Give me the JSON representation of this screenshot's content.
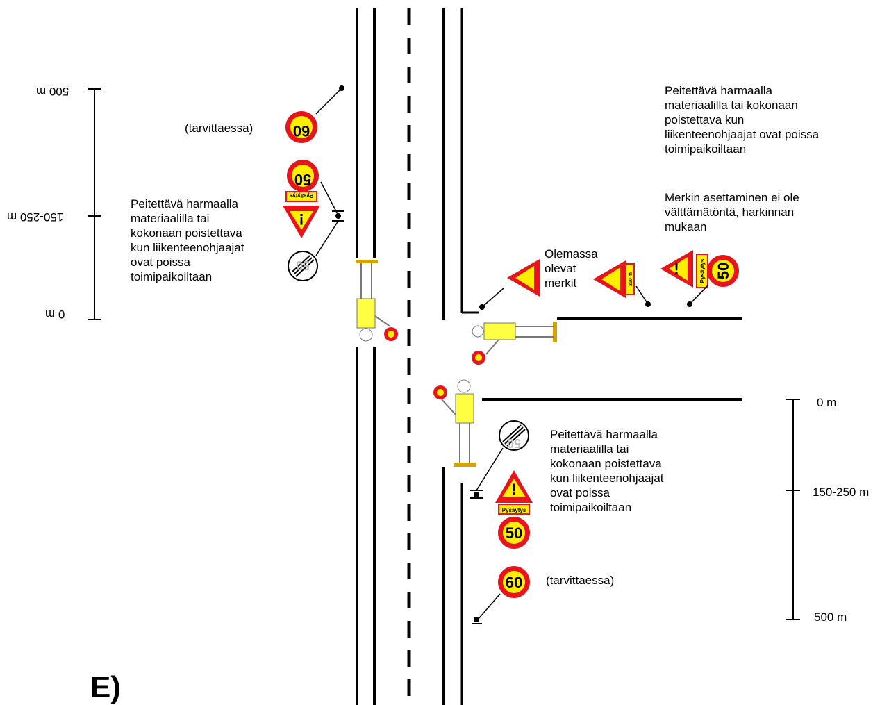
{
  "diagram_label": "E)",
  "scale_left": {
    "top": "500 m",
    "mid": "150-250 m",
    "bottom": "0 m"
  },
  "scale_right": {
    "top": "0 m",
    "mid": "150-250 m",
    "bottom": "500 m"
  },
  "notes": {
    "left_optional": "(tarvittaessa)",
    "left_cover": "Peitettävä harmaalla\nmateriaalilla tai\nkokonaan poistettava\nkun liikenteenohjaajat\novat poissa\ntoimipaikoiltaan",
    "right_cover": "Peitettävä harmaalla\nmateriaalilla tai kokonaan\npoistettava kun\nliikenteenohjaajat ovat poissa\ntoimipaikoiltaan",
    "right_optional_sign": "Merkin asettaminen ei ole\nvälttämätöntä, harkinnan\nmukaan",
    "existing_signs": "Olemassa\nolevat\nmerkit",
    "bottom_cover": "Peitettävä harmaalla\nmateriaalilla tai\nkokonaan poistettava\nkun liikenteenohjaajat\novat poissa\ntoimipaikoiltaan",
    "bottom_optional": "(tarvittaessa)"
  },
  "signs": {
    "speed_60": "60",
    "speed_50": "50",
    "end_limit": "50",
    "plate_stop": "Pysäytys",
    "plate_distance": "200 m",
    "warning": "!"
  },
  "colors": {
    "sign_red": "#e8141b",
    "sign_yellow": "#ffee00",
    "vest_yellow": "#ffff44",
    "road_line": "#000000"
  }
}
